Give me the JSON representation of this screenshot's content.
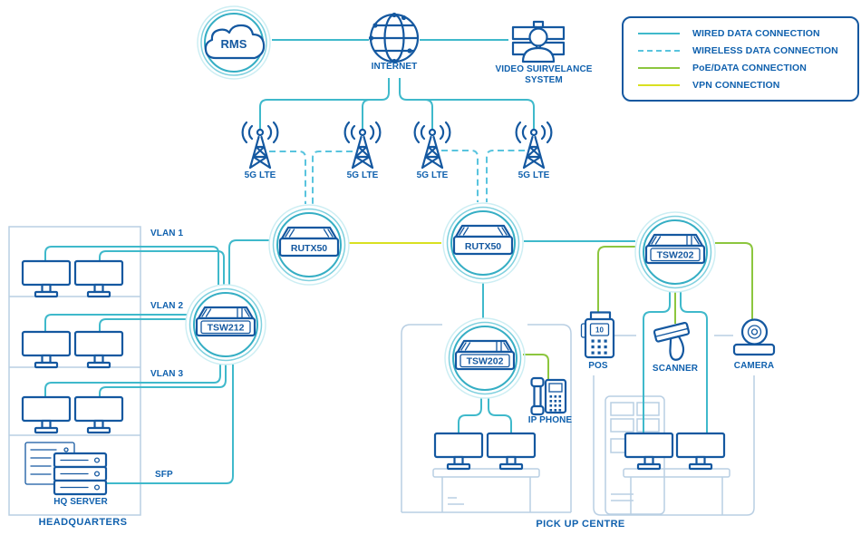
{
  "colors": {
    "wired": "#3fb9cb",
    "wireless": "#59c4de",
    "poe": "#8cc63e",
    "vpn": "#d9e021",
    "ink": "#1458a0",
    "text": "#1061ae",
    "furniture": "#b9cfe3",
    "ring1": "#cdeef3",
    "ring2": "#7fd0de",
    "ring3": "#35aec4"
  },
  "legend": {
    "items": [
      {
        "label": "WIRED DATA CONNECTION"
      },
      {
        "label": "WIRELESS DATA CONNECTION"
      },
      {
        "label": "PoE/DATA CONNECTION"
      },
      {
        "label": "VPN CONNECTION"
      }
    ]
  },
  "nodes": {
    "rms": "RMS",
    "internet": "INTERNET",
    "video_surveillance": "VIDEO SUIRVELANCE\nSYSTEM",
    "towers": [
      "5G LTE",
      "5G LTE",
      "5G LTE",
      "5G LTE"
    ],
    "router_left": "RUTX50",
    "router_right": "RUTX50",
    "switch_hq": "TSW212",
    "switch_pickup": "TSW202",
    "switch_pickup_right": "TSW202"
  },
  "headquarters": {
    "title": "HEADQUARTERS",
    "vlan1": "VLAN 1",
    "vlan2": "VLAN 2",
    "vlan3": "VLAN 3",
    "sfp": "SFP",
    "server": "HQ SERVER"
  },
  "pickup": {
    "title": "PICK UP CENTRE",
    "ip_phone": "IP PHONE",
    "pos": "POS",
    "pos_screen": "10",
    "scanner": "SCANNER",
    "camera": "CAMERA"
  }
}
